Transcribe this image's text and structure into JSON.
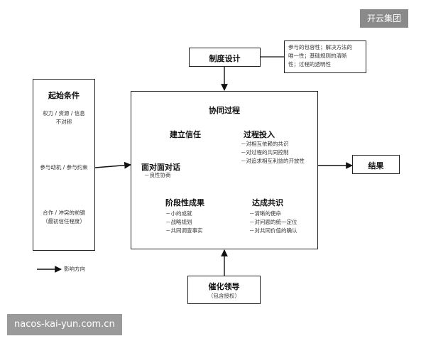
{
  "watermark_top": "开云集团",
  "watermark_bottom": "nacos-kai-yun.com.cn",
  "start_conditions": {
    "title": "起始条件",
    "item1_line1": "权力 / 资源 / 信息",
    "item1_line2": "不对称",
    "item2": "参与动机 / 参与约束",
    "item3_line1": "合作 / 冲突的前镜",
    "item3_line2": "（最初信任程度）"
  },
  "institutional_design": {
    "title": "制度设计",
    "note_line1": "参与的包容性；解决方法的",
    "note_line2": "唯一性；基础规则的清晰",
    "note_line3": "性；过程的透明性"
  },
  "collaborative_process": {
    "title": "协同过程",
    "build_trust": "建立信任",
    "process_commitment": {
      "title": "过程投入",
      "items": [
        "－对相互依赖的共识",
        "－对过程的共同控制",
        "－对追求相互利益的开放性"
      ]
    },
    "face_to_face": {
      "title": "面对面对话",
      "sub": "－良性协商"
    },
    "shared_understanding": {
      "title": "达成共识",
      "items": [
        "－清晰的使命",
        "－对问题的统一定位",
        "－对共同价值的确认"
      ]
    },
    "intermediate_outcomes": {
      "title": "阶段性成果",
      "items": [
        "－小的成就",
        "－战略规划",
        "－共同调查事实"
      ]
    }
  },
  "outcomes": {
    "title": "结果"
  },
  "facilitative_leadership": {
    "title": "催化领导",
    "sub": "（包含授权）"
  },
  "legend": {
    "label": "影响方向"
  }
}
